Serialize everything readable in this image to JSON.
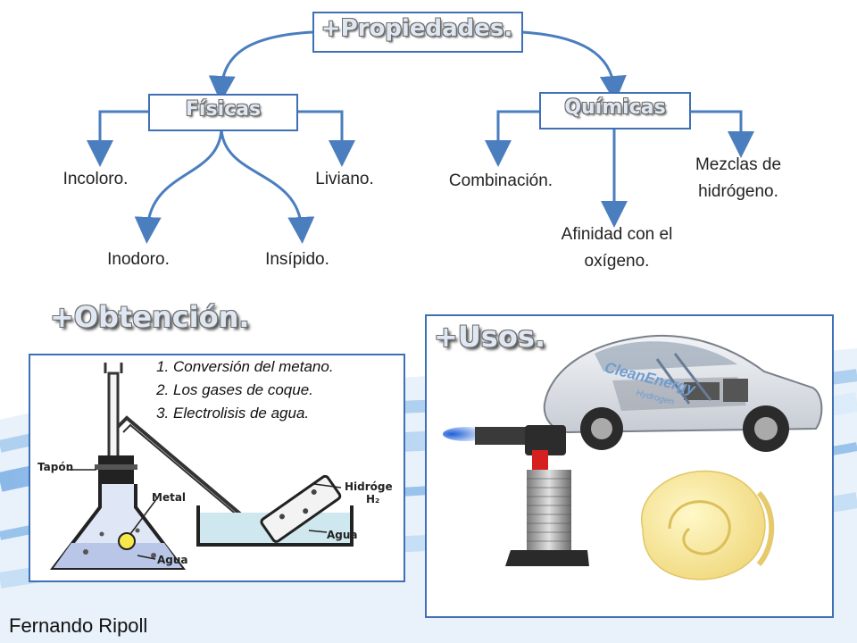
{
  "diagram": {
    "root": "+Propiedades.",
    "branches": [
      {
        "title": "Físicas",
        "items": [
          "Incoloro.",
          "Liviano.",
          "Inodoro.",
          "Insípido."
        ]
      },
      {
        "title": "Químicas",
        "items": [
          "Combinación.",
          "Afinidad con el oxígeno.",
          "Mezclas de hidrógeno."
        ]
      }
    ]
  },
  "obtencion": {
    "title": "+Obtención.",
    "methods": [
      "Conversión del metano.",
      "Los gases de coque.",
      "Electrolisis de agua."
    ],
    "apparatus_labels": {
      "tapon": "Tapón",
      "metal": "Metal",
      "agua_left": "Agua",
      "hidrogeno": "Hidróge",
      "formula": "H₂",
      "agua_right": "Agua"
    }
  },
  "usos": {
    "title": "+Usos.",
    "car_text": "CleanEnergy",
    "car_subtext": "Hydrogen"
  },
  "author": "Fernando Ripoll",
  "colors": {
    "frame_blue": "#3f6fb5",
    "arrow_blue": "#4a7ebf"
  }
}
